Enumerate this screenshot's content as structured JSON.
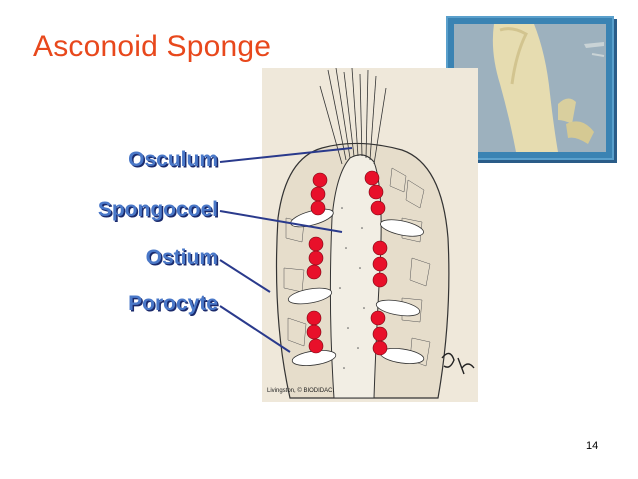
{
  "slide": {
    "title": "Asconoid Sponge",
    "page_number": "14",
    "credit": "Livingston, © BIODIDAC."
  },
  "labels": [
    {
      "id": "osculum",
      "text": "Osculum"
    },
    {
      "id": "spongocoel",
      "text": "Spongocoel"
    },
    {
      "id": "ostium",
      "text": "Ostium"
    },
    {
      "id": "porocyte",
      "text": "Porocyte"
    }
  ],
  "colors": {
    "title": "#e8481c",
    "label": "#4a78c8",
    "leader_line": "#2a3a8c",
    "choanocyte": "#e8102a",
    "diagram_bg": "#efe8da",
    "photo_bg": "#3a83b3"
  }
}
